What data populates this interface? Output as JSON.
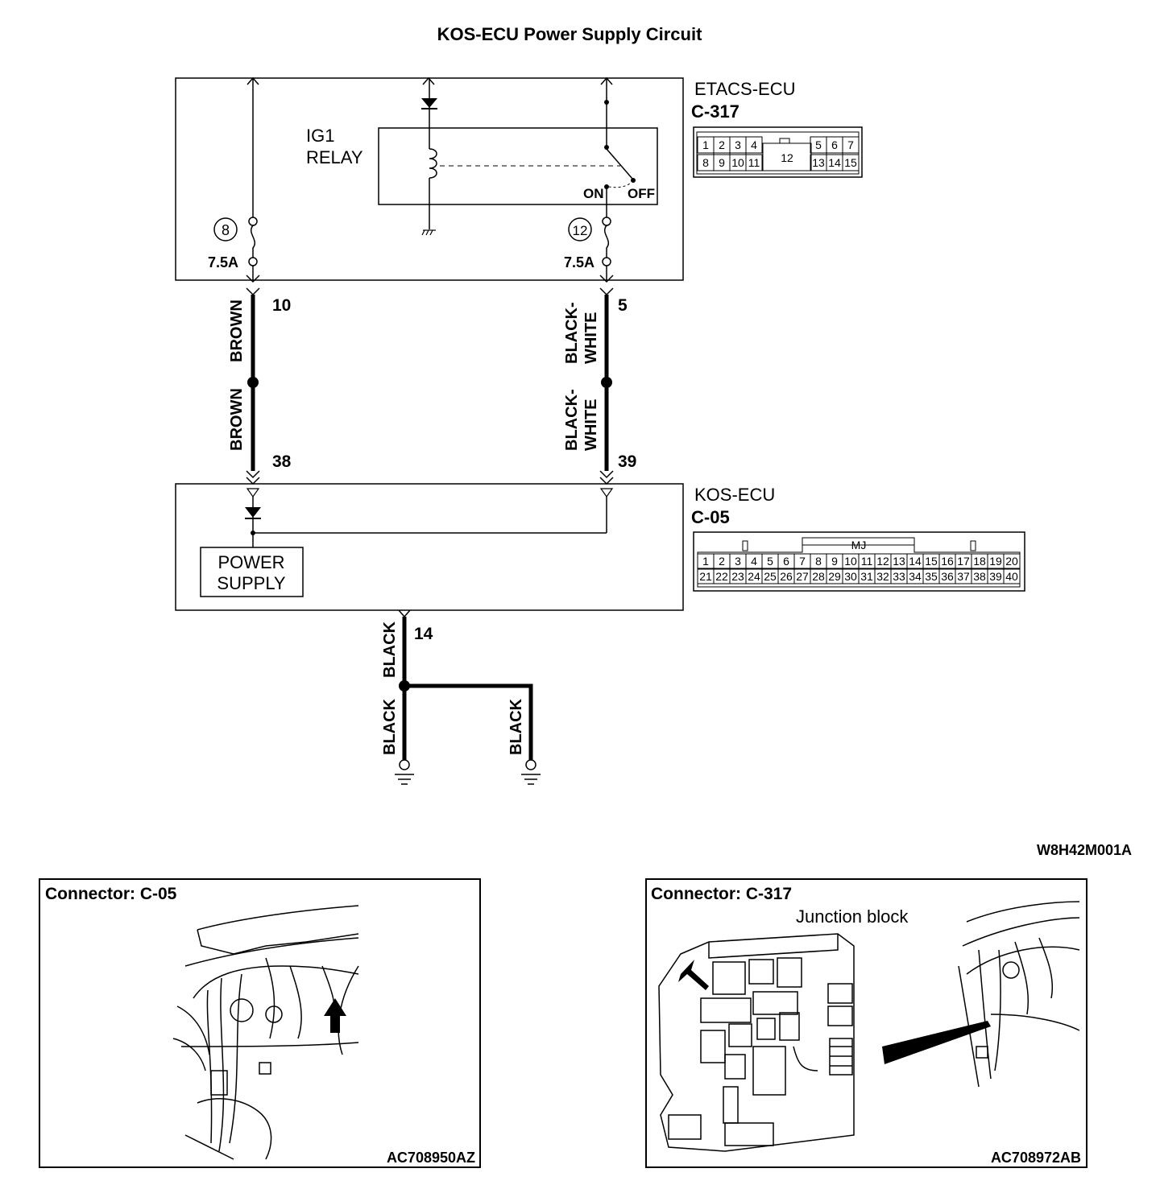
{
  "title": "KOS-ECU  Power Supply Circuit",
  "etacs": {
    "name": "ETACS-ECU",
    "connector": "C-317",
    "relay_label_1": "IG1",
    "relay_label_2": "RELAY",
    "switch_on": "ON",
    "switch_off": "OFF",
    "fuse_left_no": "8",
    "fuse_left_rating": "7.5A",
    "fuse_right_no": "12",
    "fuse_right_rating": "7.5A",
    "pins_top": [
      "1",
      "2",
      "3",
      "4",
      "5",
      "6",
      "7"
    ],
    "pin_center": "12",
    "pins_bottom": [
      "8",
      "9",
      "10",
      "11",
      "13",
      "14",
      "15"
    ]
  },
  "wires": {
    "left_top_pin": "10",
    "left_bottom_pin": "38",
    "right_top_pin": "5",
    "right_bottom_pin": "39",
    "left_color": "BROWN",
    "right_color_1": "BLACK-",
    "right_color_2": "WHITE",
    "ground_pin": "14",
    "ground_color": "BLACK"
  },
  "kos": {
    "name": "KOS-ECU",
    "connector": "C-05",
    "power_supply_1": "POWER",
    "power_supply_2": "SUPPLY",
    "mj_label": "MJ",
    "pins_top": [
      "1",
      "2",
      "3",
      "4",
      "5",
      "6",
      "7",
      "8",
      "9",
      "10",
      "11",
      "12",
      "13",
      "14",
      "15",
      "16",
      "17",
      "18",
      "19",
      "20"
    ],
    "pins_bottom": [
      "21",
      "22",
      "23",
      "24",
      "25",
      "26",
      "27",
      "28",
      "29",
      "30",
      "31",
      "32",
      "33",
      "34",
      "35",
      "36",
      "37",
      "38",
      "39",
      "40"
    ]
  },
  "diagram_code": "W8H42M001A",
  "panel_left": {
    "title": "Connector: C-05",
    "code": "AC708950AZ"
  },
  "panel_right": {
    "title": "Connector: C-317",
    "subtitle": "Junction block",
    "code": "AC708972AB"
  }
}
